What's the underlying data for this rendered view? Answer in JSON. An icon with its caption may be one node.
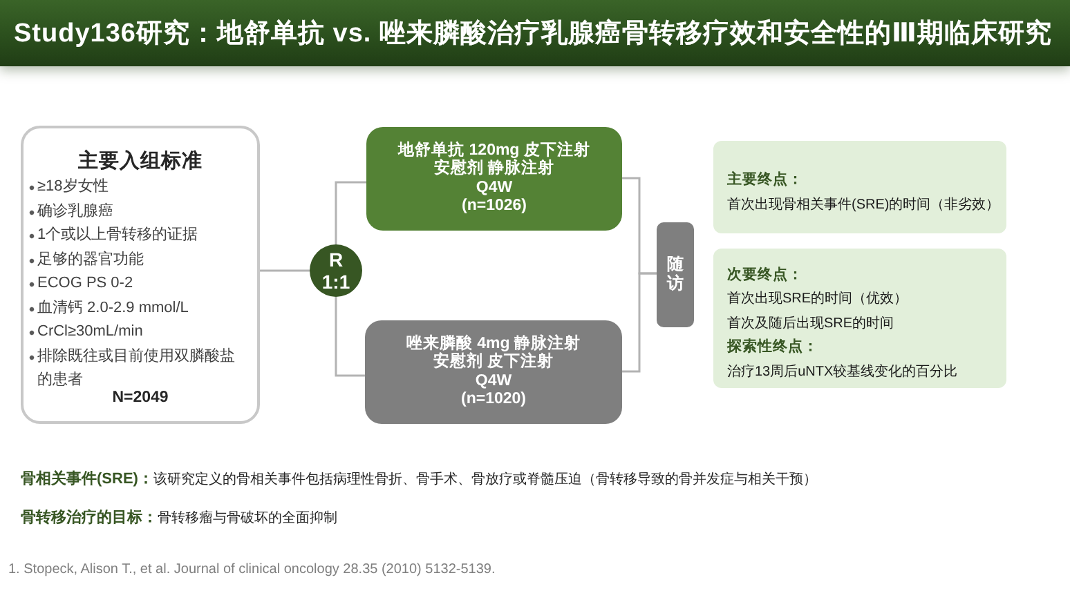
{
  "diagram": {
    "title": "Study136研究：地舒单抗 vs. 唑来膦酸治疗乳腺癌骨转移疗效和安全性的Ⅲ期临床研究",
    "nodes": [
      {
        "text": [
          "主要入组标准",
          "≥18岁女性",
          "确诊乳腺癌",
          "1个或以上骨转移的证据",
          "足够的器官功能",
          "ECOG PS 0-2",
          "血清钙 2.0-2.9 mmol/L",
          "CrCl≥30mL/min",
          "排除既往或目前使用双膦酸盐的患者",
          "N=2049"
        ]
      },
      {
        "text": [
          "R 1:1"
        ]
      },
      {
        "text": [
          "地舒单抗 120mg 皮下注射",
          "安慰剂 静脉注射",
          "Q4W",
          "(n=1026)"
        ]
      },
      {
        "text": [
          "唑来膦酸 4mg 静脉注射",
          "安慰剂 皮下注射",
          "Q4W",
          "(n=1020)"
        ]
      },
      {
        "text": [
          "随访"
        ]
      },
      {
        "text": [
          "主要终点：",
          "首次出现骨相关事件(SRE)的时间（非劣效）"
        ]
      },
      {
        "text": [
          "次要终点：",
          "首次出现SRE的时间（优效）",
          "首次及随后出现SRE的时间",
          "探索性终点：",
          "治疗13周后uNTX较基线变化的百分比"
        ]
      }
    ],
    "edges": [
      {
        "from": 0,
        "to": 1,
        "arrow": "none"
      },
      {
        "from": 1,
        "to": 2,
        "arrow": "none"
      },
      {
        "from": 1,
        "to": 3,
        "arrow": "none"
      },
      {
        "from": 2,
        "to": 4,
        "arrow": "none"
      },
      {
        "from": 3,
        "to": 4,
        "arrow": "none"
      }
    ],
    "labels": [
      "**骨相关事件(SRE)：**该研究定义的骨相关事件包括病理性骨折、骨手术、骨放疗或脊髓压迫（骨转移导致的骨并发症与相关干预）",
      "**骨转移治疗的目标：**骨转移瘤与骨破坏的全面抑制",
      "1. Stopeck, Alison T., et al. Journal of clinical oncology 28.35 (2010) 5132-5139."
    ]
  }
}
